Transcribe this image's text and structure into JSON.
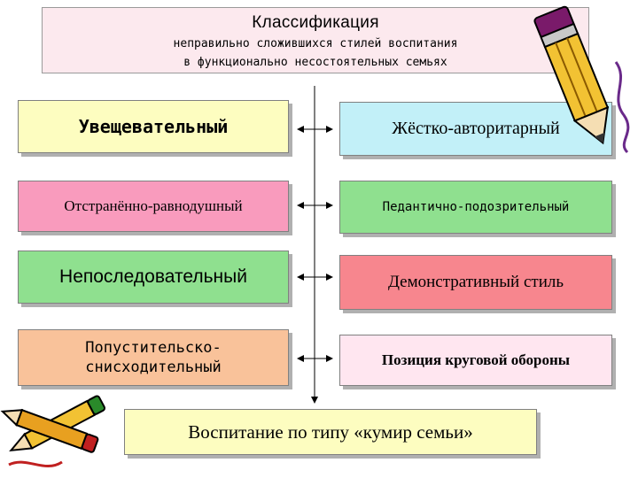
{
  "title": {
    "heading": "Классификация",
    "subtitle_line1": "неправильно сложившихся стилей воспитания",
    "subtitle_line2": "в функционально несостоятельных семьях"
  },
  "styles_left": [
    {
      "label": "Увещевательный",
      "color": "#fdfdc0"
    },
    {
      "label": "Отстранённо-равнодушный",
      "color": "#f99bbd"
    },
    {
      "label": "Непоследовательный",
      "color": "#8fe08f"
    },
    {
      "label": "Попустительско-снисходительный",
      "color": "#f9c29a"
    }
  ],
  "styles_right": [
    {
      "label": "Жёстко-авторитарный",
      "color": "#c2f0f8"
    },
    {
      "label": "Педантично-подозрительный",
      "color": "#8fe08f"
    },
    {
      "label": "Демонстративный стиль",
      "color": "#f7868e"
    },
    {
      "label": "Позиция круговой обороны",
      "color": "#ffe6f0"
    }
  ],
  "bottom_style": {
    "label": "Воспитание по типу «кумир семьи»",
    "color": "#fdfdc0"
  },
  "icons": {
    "top_right": "pencil-icon",
    "bottom_left": "pencils-icon"
  }
}
